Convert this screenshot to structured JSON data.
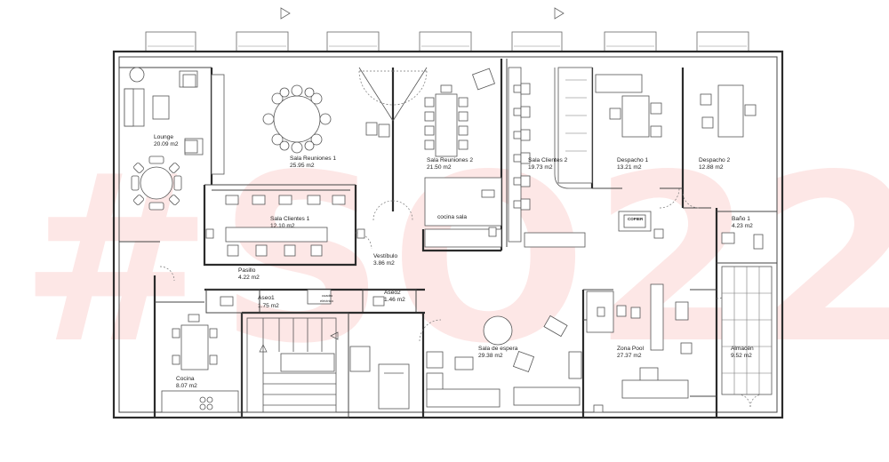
{
  "watermark": "#SO22",
  "rooms": [
    {
      "key": "lounge",
      "name": "Lounge",
      "area": "20.09 m2"
    },
    {
      "key": "sala_reuniones_1",
      "name": "Sala Reuniones 1",
      "area": "25.95 m2"
    },
    {
      "key": "sala_reuniones_2",
      "name": "Sala Reuniones 2",
      "area": "21.50 m2"
    },
    {
      "key": "sala_clientes_2",
      "name": "Sala Clientes 2",
      "area": "19.73 m2"
    },
    {
      "key": "despacho_1",
      "name": "Despacho 1",
      "area": "13.21 m2"
    },
    {
      "key": "despacho_2",
      "name": "Despacho 2",
      "area": "12.88 m2"
    },
    {
      "key": "sala_clientes_1",
      "name": "Sala Clientes 1",
      "area": "12.10 m2"
    },
    {
      "key": "bano_1",
      "name": "Baño 1",
      "area": "4.23 m2"
    },
    {
      "key": "vestibulo",
      "name": "Vestíbulo",
      "area": "3.86 m2"
    },
    {
      "key": "pasillo",
      "name": "Pasillo",
      "area": "4.22 m2"
    },
    {
      "key": "aseo1",
      "name": "Aseo1",
      "area": "1.75 m2"
    },
    {
      "key": "aseo2",
      "name": "Aseo2",
      "area": "1.46 m2"
    },
    {
      "key": "sala_espera",
      "name": "Sala de espera",
      "area": "29.38 m2"
    },
    {
      "key": "zona_pool",
      "name": "Zona Pool",
      "area": "27.37 m2"
    },
    {
      "key": "almacen",
      "name": "Almacén",
      "area": "9.52 m2"
    },
    {
      "key": "cocina",
      "name": "Cocina",
      "area": "8.07 m2"
    }
  ],
  "labels": {
    "cocina_sala": "cocina sala",
    "cuadro_electrico_1": "cuadro",
    "cuadro_electrico_2": "eléctrico",
    "copier": "COPIER"
  }
}
